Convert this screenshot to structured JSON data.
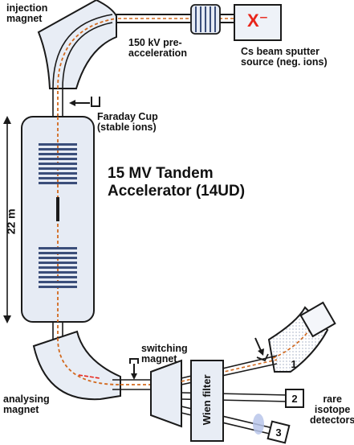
{
  "labels": {
    "injection_magnet": [
      "injection",
      "magnet"
    ],
    "pre_acceleration": [
      "150 kV pre-",
      "acceleration"
    ],
    "source_symbol": "X⁻",
    "source": [
      "Cs beam sputter",
      "source (neg. ions)"
    ],
    "faraday_cup": [
      "Faraday Cup",
      "(stable ions)"
    ],
    "accelerator": [
      "15 MV Tandem",
      "Accelerator (14UD)"
    ],
    "length": "22 m",
    "switching_magnet": [
      "switching",
      "magnet"
    ],
    "wien_filter": "Wien filter",
    "analysing_magnet": [
      "analysing",
      "magnet"
    ],
    "detectors": [
      "rare",
      "isotope",
      "detectors"
    ],
    "detector_numbers": [
      "1",
      "2",
      "3"
    ]
  },
  "colors": {
    "outline": "#1a1a1a",
    "magnet_fill": "#e8edf5",
    "tank_fill": "#e6ebf4",
    "beam": "#d2691e",
    "source_symbol": "#e8251a",
    "stack": "#3b4e7a",
    "filter_gel": "#b8c6ea"
  }
}
